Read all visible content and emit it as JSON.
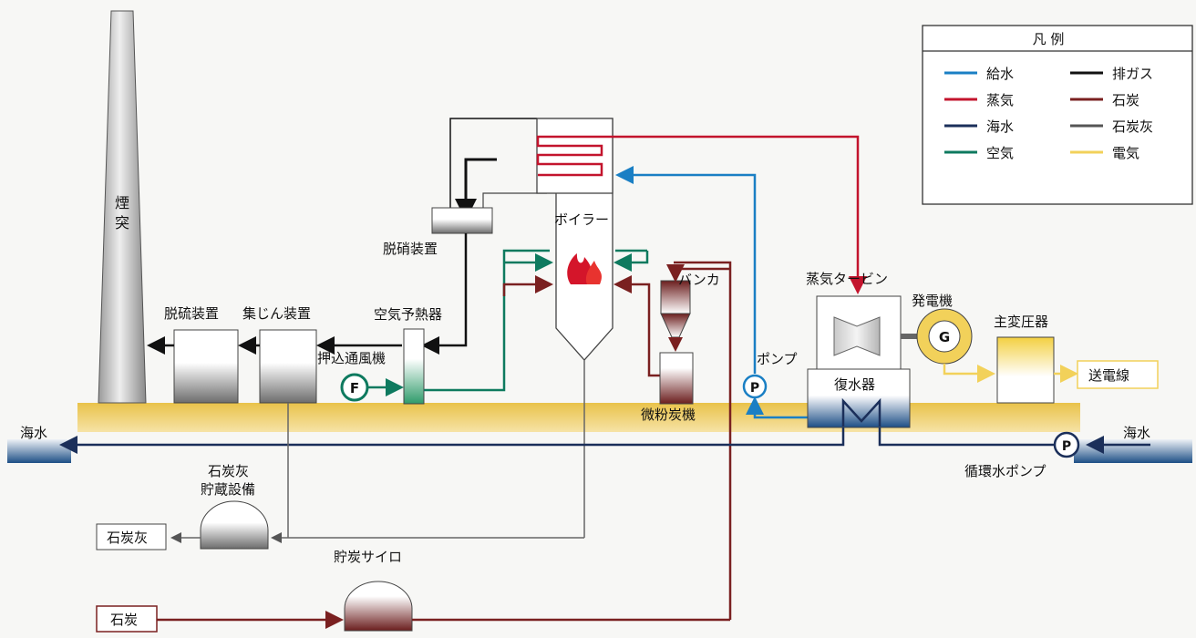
{
  "legend": {
    "title": "凡 例",
    "items": [
      {
        "label": "給水",
        "color": "#1a7fc4"
      },
      {
        "label": "蒸気",
        "color": "#c3142d"
      },
      {
        "label": "海水",
        "color": "#1b2f5a"
      },
      {
        "label": "空気",
        "color": "#0e7a5f"
      },
      {
        "label": "排ガス",
        "color": "#111111"
      },
      {
        "label": "石炭",
        "color": "#7a2020"
      },
      {
        "label": "石炭灰",
        "color": "#555555"
      },
      {
        "label": "電気",
        "color": "#f2d15a"
      }
    ]
  },
  "labels": {
    "chimney": "煙突",
    "desulfurization": "脱硫装置",
    "dust_collector": "集じん装置",
    "denitration": "脱硝装置",
    "air_preheater": "空気予熱器",
    "forced_draft_fan": "押込通風機",
    "boiler": "ボイラー",
    "hopper": "バンカ",
    "pulverizer": "微粉炭機",
    "steam_turbine": "蒸気タービン",
    "generator": "発電機",
    "main_transformer": "主変圧器",
    "transmission_line": "送電線",
    "pump": "ポンプ",
    "condenser": "復水器",
    "circulating_pump": "循環水ポンプ",
    "seawater_left": "海水",
    "seawater_right": "海水",
    "ash_storage_line1": "石炭灰",
    "ash_storage_line2": "貯蔵設備",
    "coal_ash": "石炭灰",
    "coal_silo": "貯炭サイロ",
    "coal": "石炭"
  },
  "symbols": {
    "fan": "F",
    "pump": "P",
    "generator": "G"
  }
}
